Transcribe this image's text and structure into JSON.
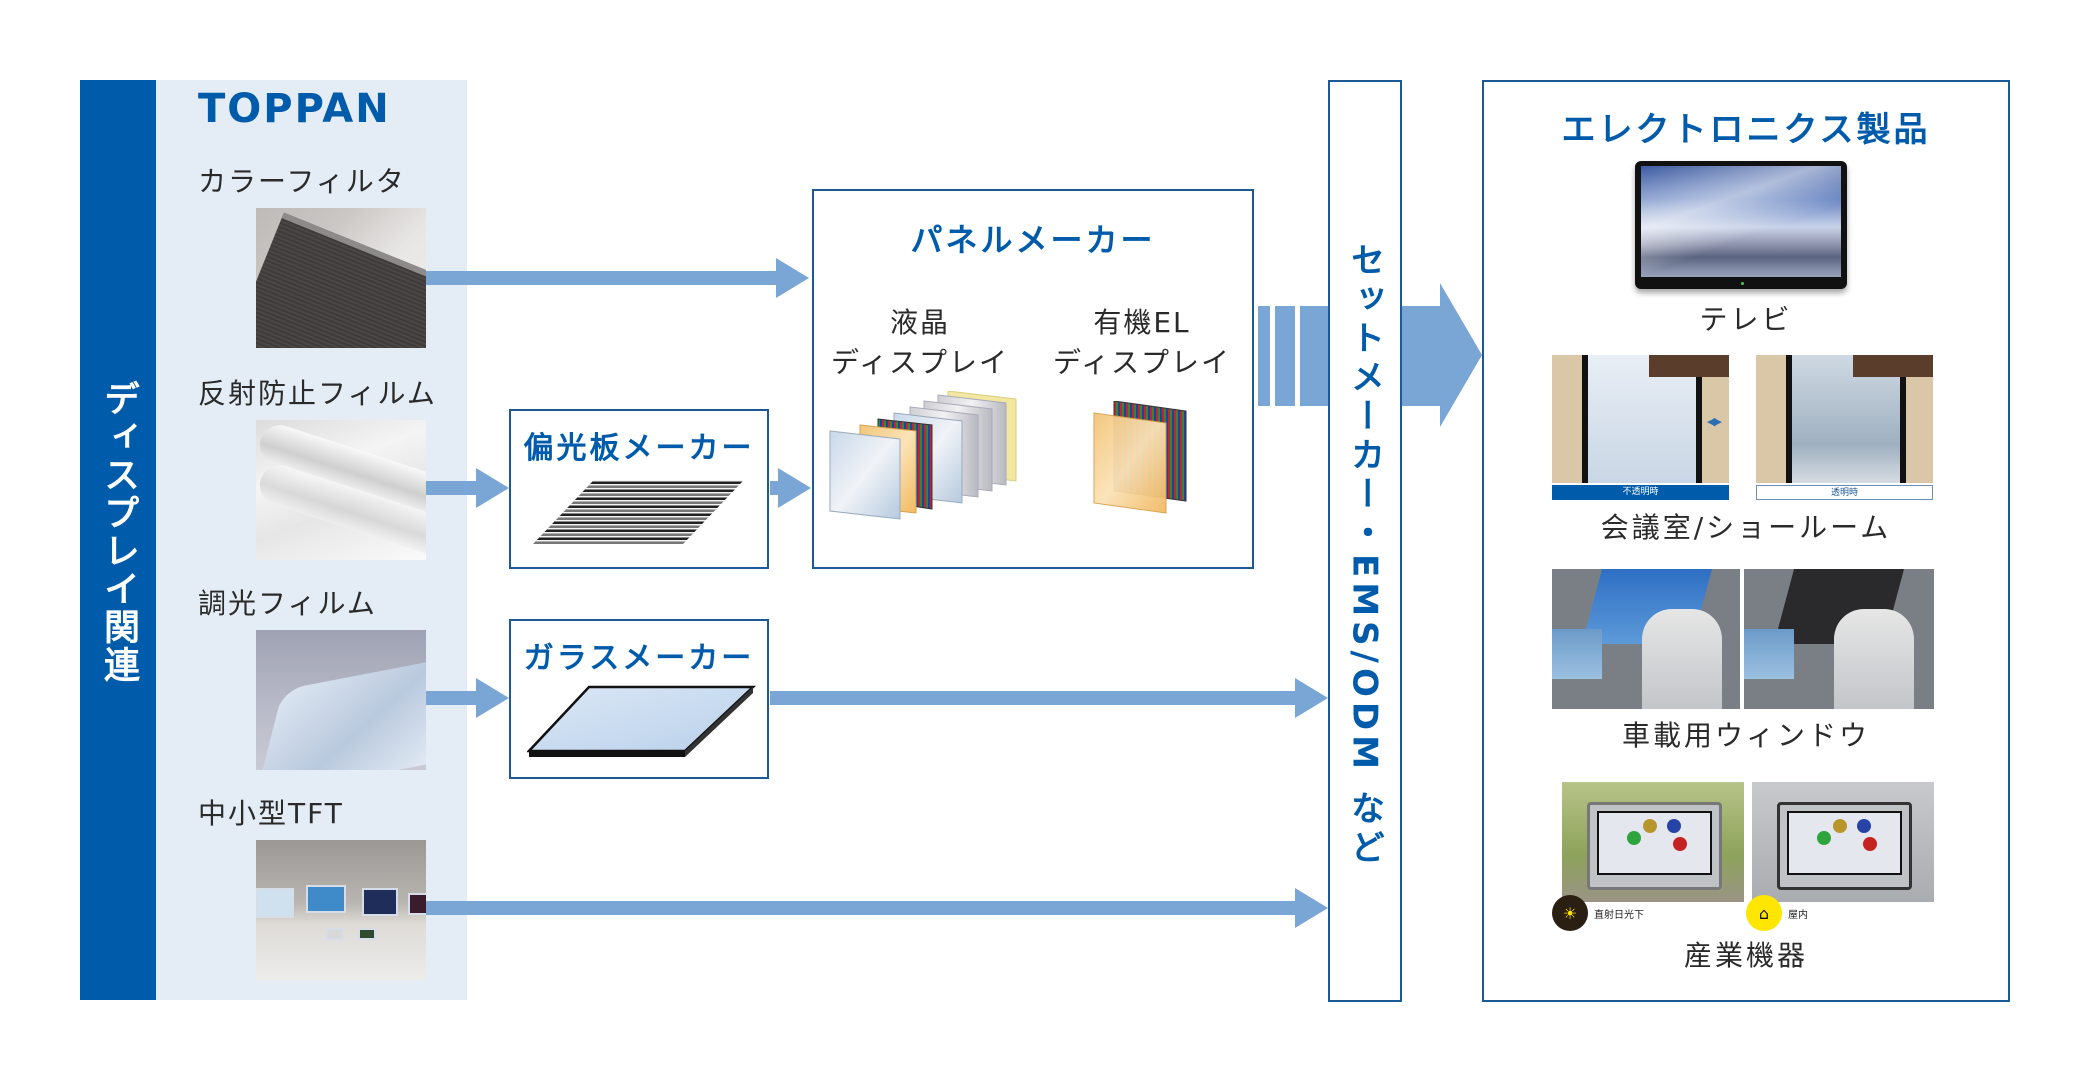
{
  "category": {
    "label": "ディスプレイ関連",
    "color": "#005bab"
  },
  "company": {
    "name": "TOPPAN",
    "panel_bg": "#e4ecf6",
    "products": [
      {
        "label": "カラーフィルタ",
        "image": "color-filter-photo"
      },
      {
        "label": "反射防止フィルム",
        "image": "anti-reflection-film-photo"
      },
      {
        "label": "調光フィルム",
        "image": "light-control-film-photo"
      },
      {
        "label": "中小型TFT",
        "image": "small-medium-tft-photo"
      }
    ]
  },
  "intermediaries": {
    "polarizer": {
      "title": "偏光板メーカー",
      "image": "polarizer-stack-illustration"
    },
    "glass": {
      "title": "ガラスメーカー",
      "image": "glass-sheet-illustration"
    },
    "panel": {
      "title": "パネルメーカー",
      "displays": [
        {
          "line1": "液晶",
          "line2": "ディスプレイ",
          "image": "lcd-layer-illustration"
        },
        {
          "line1": "有機EL",
          "line2": "ディスプレイ",
          "image": "oled-layer-illustration"
        }
      ]
    }
  },
  "set_maker": {
    "label": "セットメーカー・EMS/ODM など"
  },
  "electronics": {
    "title": "エレクトロニクス製品",
    "items": [
      {
        "label": "テレビ",
        "image": "tv-photo"
      },
      {
        "label": "会議室/ショールーム",
        "image_states": [
          "不透明時",
          "透明時"
        ]
      },
      {
        "label": "車載用ウィンドウ",
        "image": "car-sunroof-photos"
      },
      {
        "label": "産業機器",
        "conditions": [
          {
            "label": "直射日光下",
            "icon": "sun-icon"
          },
          {
            "label": "屋内",
            "icon": "house-icon"
          }
        ]
      }
    ]
  },
  "flows": [
    {
      "from": "カラーフィルタ",
      "to": "パネルメーカー"
    },
    {
      "from": "反射防止フィルム",
      "to": "偏光板メーカー"
    },
    {
      "from": "偏光板メーカー",
      "to": "パネルメーカー"
    },
    {
      "from": "調光フィルム",
      "to": "ガラスメーカー"
    },
    {
      "from": "ガラスメーカー",
      "to": "セットメーカー・EMS/ODM など"
    },
    {
      "from": "中小型TFT",
      "to": "セットメーカー・EMS/ODM など"
    },
    {
      "from": "パネルメーカー",
      "to": "セットメーカー・EMS/ODM など"
    },
    {
      "from": "セットメーカー・EMS/ODM など",
      "to": "エレクトロニクス製品"
    }
  ],
  "colors": {
    "brand_blue": "#005bab",
    "arrow": "#79a6d5",
    "box_border": "#1c5a96"
  }
}
